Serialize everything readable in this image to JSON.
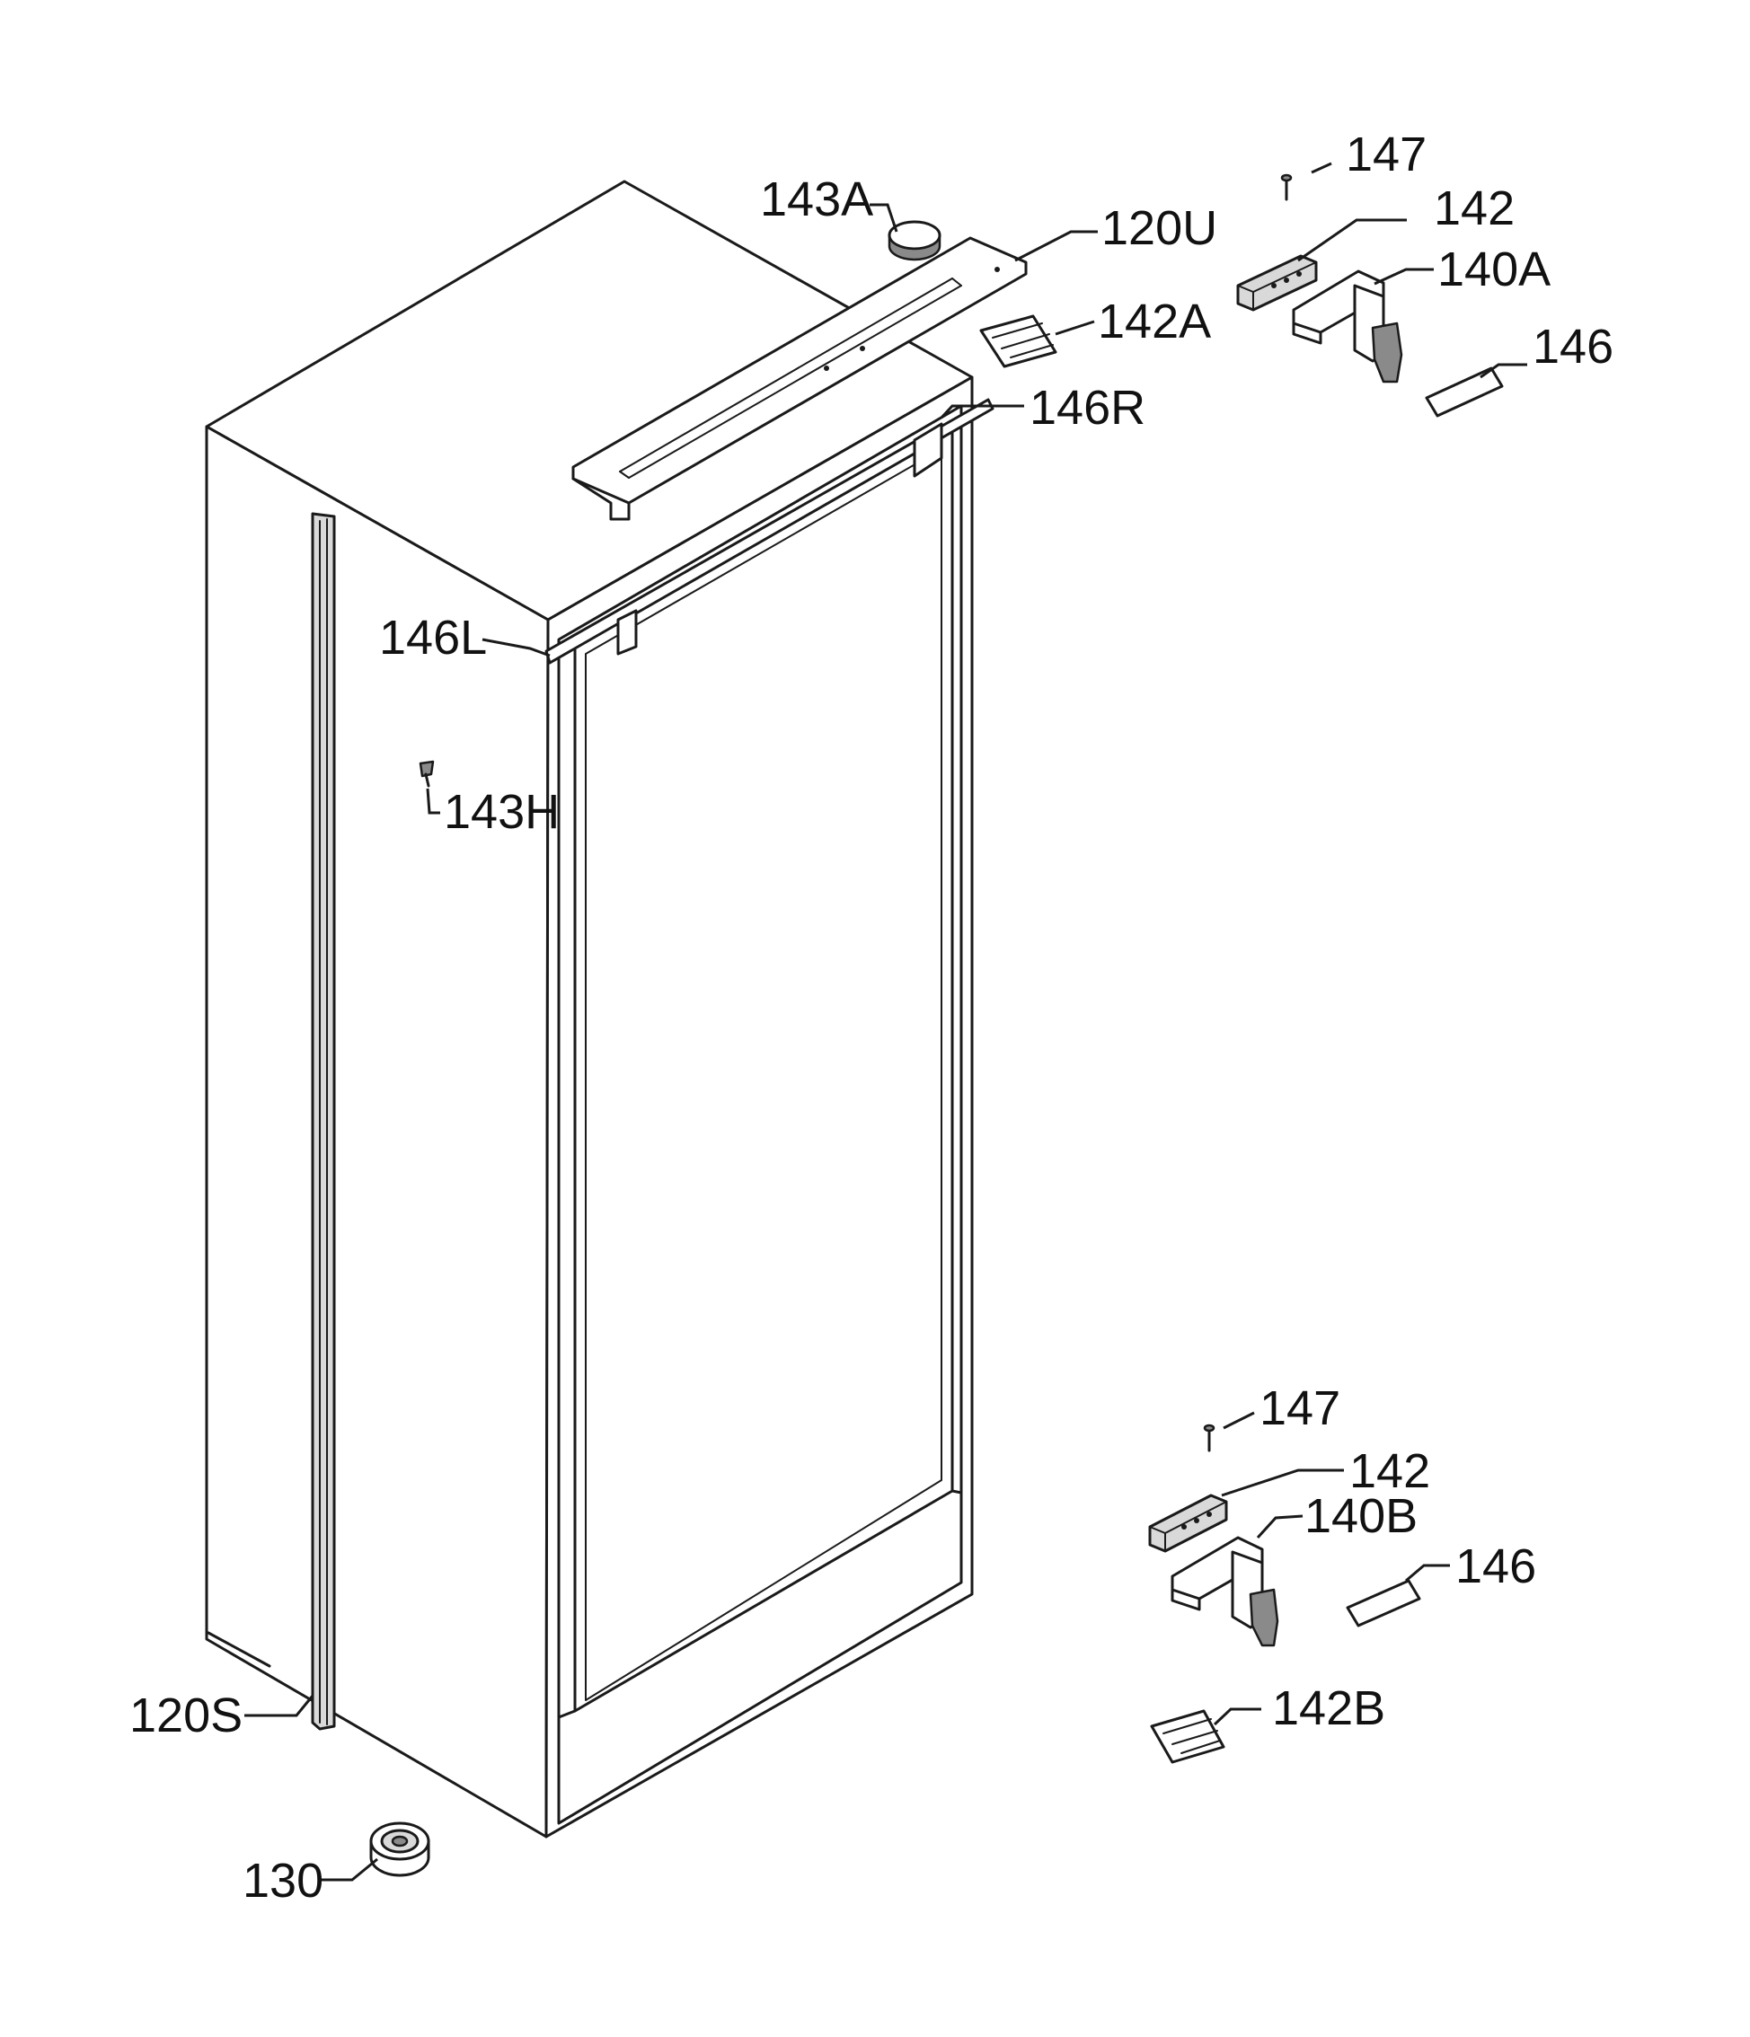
{
  "labels": {
    "l143A": "143A",
    "l120U": "120U",
    "l142A": "142A",
    "l146R": "146R",
    "l146L": "146L",
    "l143H": "143H",
    "l120S": "120S",
    "l130": "130",
    "l147_top": "147",
    "l142_top": "142",
    "l140A": "140A",
    "l146_top": "146",
    "l147_bot": "147",
    "l142_bot": "142",
    "l140B": "140B",
    "l146_bot": "146",
    "l142B": "142B"
  }
}
